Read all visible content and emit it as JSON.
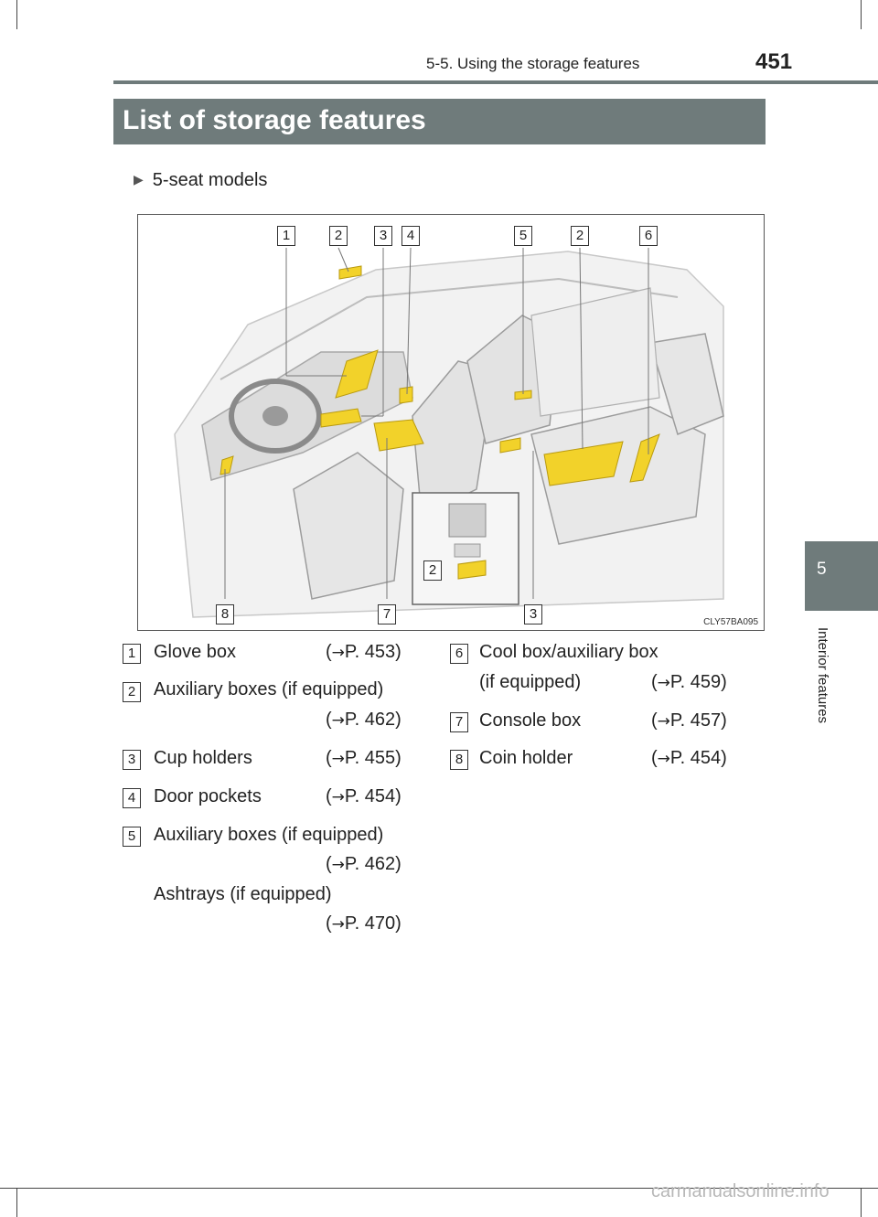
{
  "header": {
    "section": "5-5. Using the storage features",
    "page_number": "451"
  },
  "title": "List of storage features",
  "models_label": "5-seat models",
  "side_tab": {
    "chapter_number": "5",
    "chapter_label": "Interior features"
  },
  "illustration": {
    "code": "CLY57BA095",
    "callouts_top": [
      "1",
      "2",
      "3",
      "4",
      "5",
      "2",
      "6"
    ],
    "callouts_bottom": [
      "8",
      "7",
      "3"
    ],
    "callout_inset": "2",
    "highlight_color": "#f2d22a"
  },
  "legend": [
    {
      "num": "1",
      "label": "Glove box",
      "ref": "P. 453"
    },
    {
      "num": "2",
      "label": "Auxiliary boxes (if equipped)",
      "ref": "P. 462"
    },
    {
      "num": "3",
      "label": "Cup holders",
      "ref": "P. 455"
    },
    {
      "num": "4",
      "label": "Door pockets",
      "ref": "P. 454"
    },
    {
      "num": "5",
      "label": "Auxiliary boxes (if equipped)",
      "ref": "P. 462",
      "extra_label": "Ashtrays (if equipped)",
      "extra_ref": "P. 470"
    },
    {
      "num": "6",
      "label": "Cool box/auxiliary box",
      "label2": "(if equipped)",
      "ref": "P. 459"
    },
    {
      "num": "7",
      "label": "Console box",
      "ref": "P. 457"
    },
    {
      "num": "8",
      "label": "Coin holder",
      "ref": "P. 454"
    }
  ],
  "arrow_glyph": "→",
  "footer_watermark": "carmanualsonline.info"
}
